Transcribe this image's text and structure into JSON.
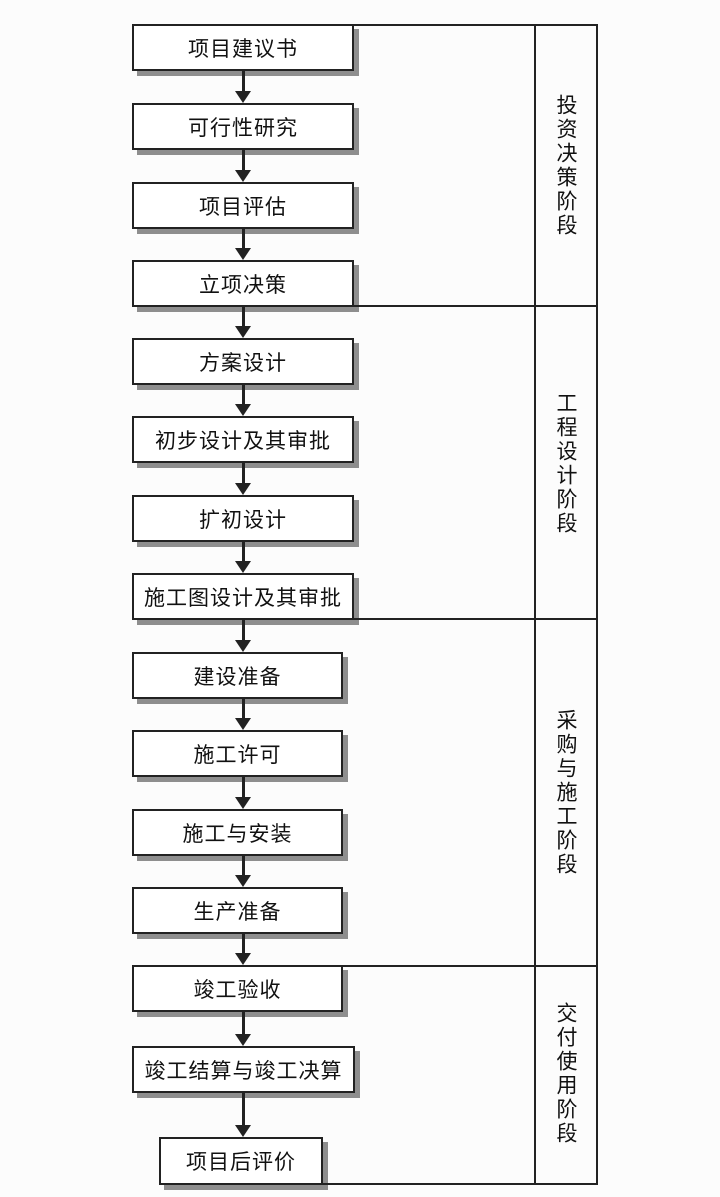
{
  "flow": {
    "steps": [
      {
        "label": "项目建议书"
      },
      {
        "label": "可行性研究"
      },
      {
        "label": "项目评估"
      },
      {
        "label": "立项决策"
      },
      {
        "label": "方案设计"
      },
      {
        "label": "初步设计及其审批"
      },
      {
        "label": "扩初设计"
      },
      {
        "label": "施工图设计及其审批"
      },
      {
        "label": "建设准备"
      },
      {
        "label": "施工许可"
      },
      {
        "label": "施工与安装"
      },
      {
        "label": "生产准备"
      },
      {
        "label": "竣工验收"
      },
      {
        "label": "竣工结算与竣工决算"
      },
      {
        "label": "项目后评价"
      }
    ]
  },
  "phases": [
    {
      "label": "投资决策阶段"
    },
    {
      "label": "工程设计阶段"
    },
    {
      "label": "采购与施工阶段"
    },
    {
      "label": "交付使用阶段"
    }
  ],
  "colors": {
    "line": "#222222",
    "box_fill": "#ffffff",
    "shadow": "#8e8e8e",
    "background": "#fcfcfc",
    "text": "#111111"
  }
}
